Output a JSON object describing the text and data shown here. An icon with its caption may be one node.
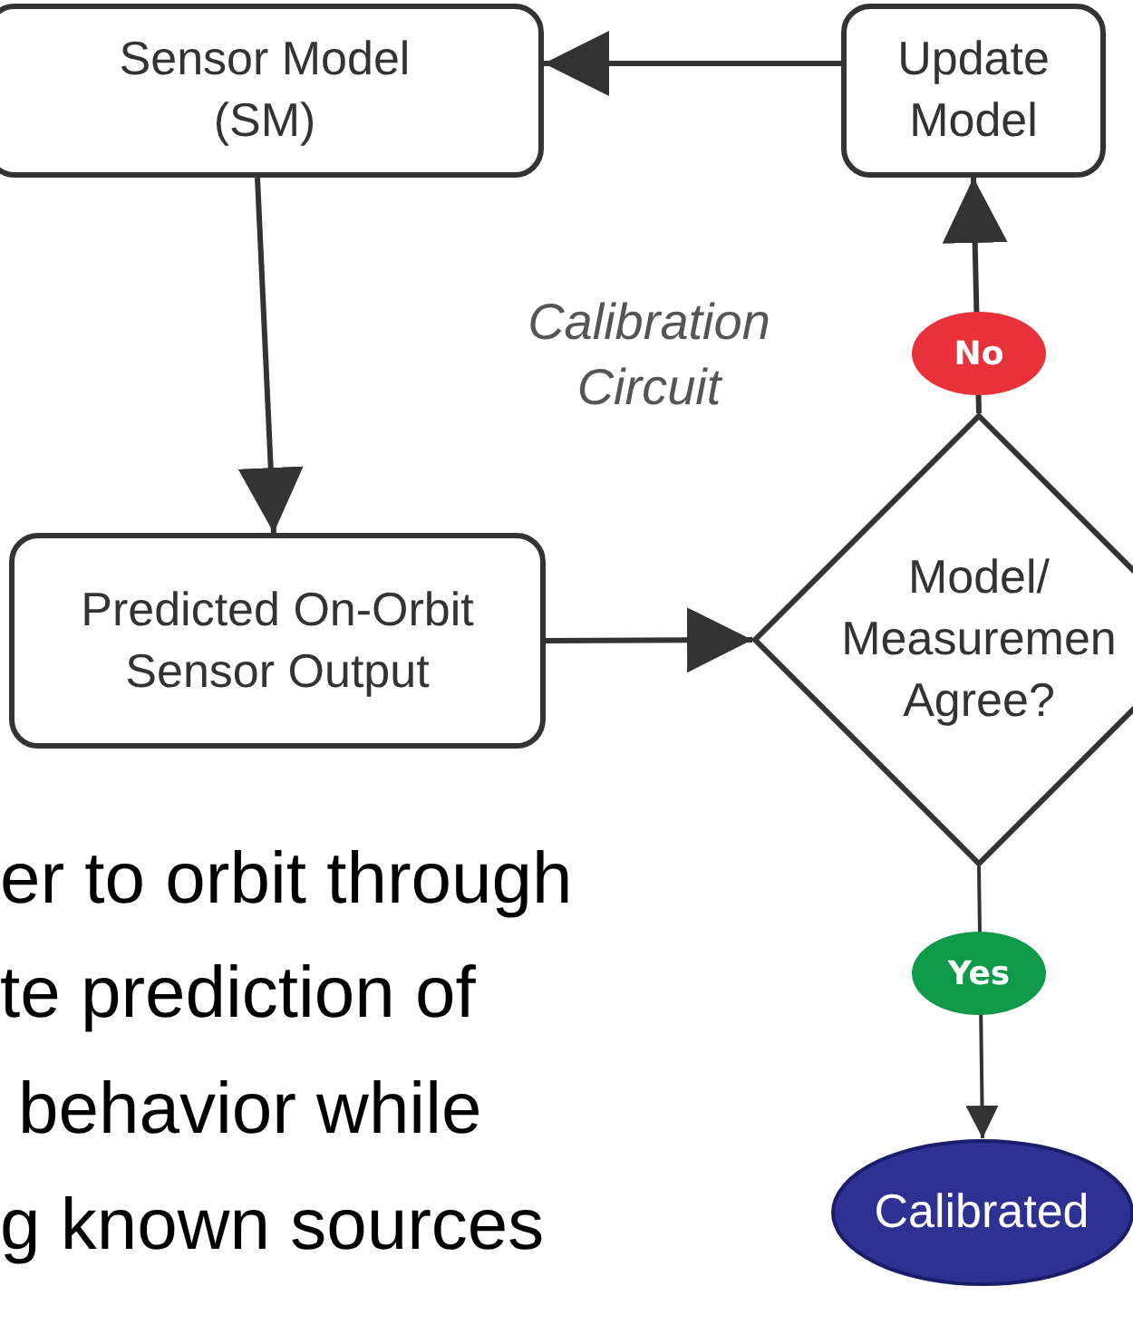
{
  "diagram": {
    "nodes": [
      {
        "text": [
          "Sensor Model (SM)"
        ]
      },
      {
        "text": [
          "Update Model"
        ]
      },
      {
        "text": [
          "Predicted On-Orbit Sensor Output"
        ]
      },
      {
        "text": [
          "Model/ Measuremen Agree?"
        ]
      },
      {
        "text": [
          "Calibrated"
        ]
      }
    ],
    "edges": [
      {
        "from": 1,
        "to": 0,
        "arrow": "to"
      },
      {
        "from": 0,
        "to": 2,
        "arrow": "to"
      },
      {
        "from": 2,
        "to": 3,
        "arrow": "to"
      },
      {
        "from": 3,
        "to": 1,
        "arrow": "to",
        "label": "No"
      },
      {
        "from": 3,
        "to": 4,
        "arrow": "to",
        "label": "Yes"
      }
    ],
    "labels": [
      "Calibration Circuit",
      "er to orbit through",
      "te prediction of",
      "behavior while",
      "g known sources"
    ]
  }
}
